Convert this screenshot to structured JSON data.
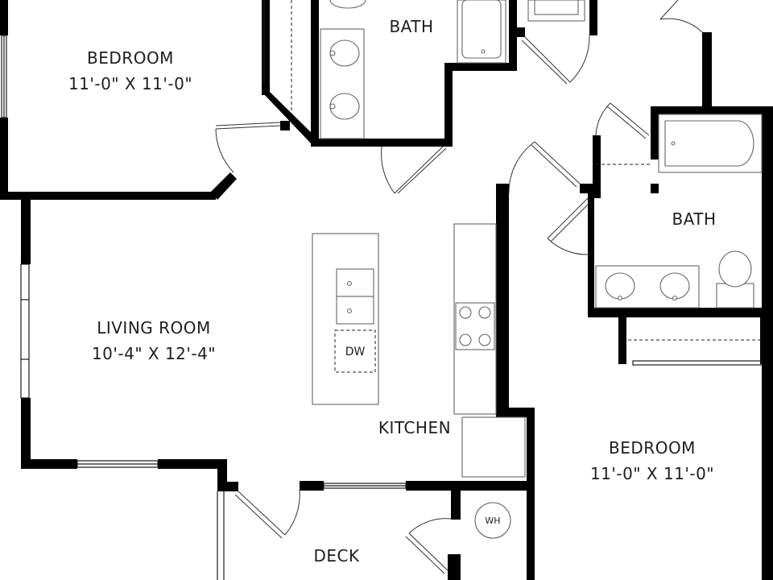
{
  "rooms": {
    "bedroom_1": {
      "name": "BEDROOM",
      "dims": "11'-0\" X 11'-0\""
    },
    "bath_1": {
      "name": "BATH"
    },
    "bath_2": {
      "name": "BATH"
    },
    "living_room": {
      "name": "LIVING ROOM",
      "dims": "10'-4\" X 12'-4\""
    },
    "kitchen": {
      "name": "KITCHEN"
    },
    "bedroom_2": {
      "name": "BEDROOM",
      "dims": "11'-0\" X 11'-0\""
    },
    "deck": {
      "name": "DECK"
    }
  },
  "fixtures": {
    "dishwasher": "DW",
    "water_heater": "WH"
  },
  "colors": {
    "wall": "#000000",
    "fixture_stroke": "#666666",
    "background": "#ffffff"
  }
}
